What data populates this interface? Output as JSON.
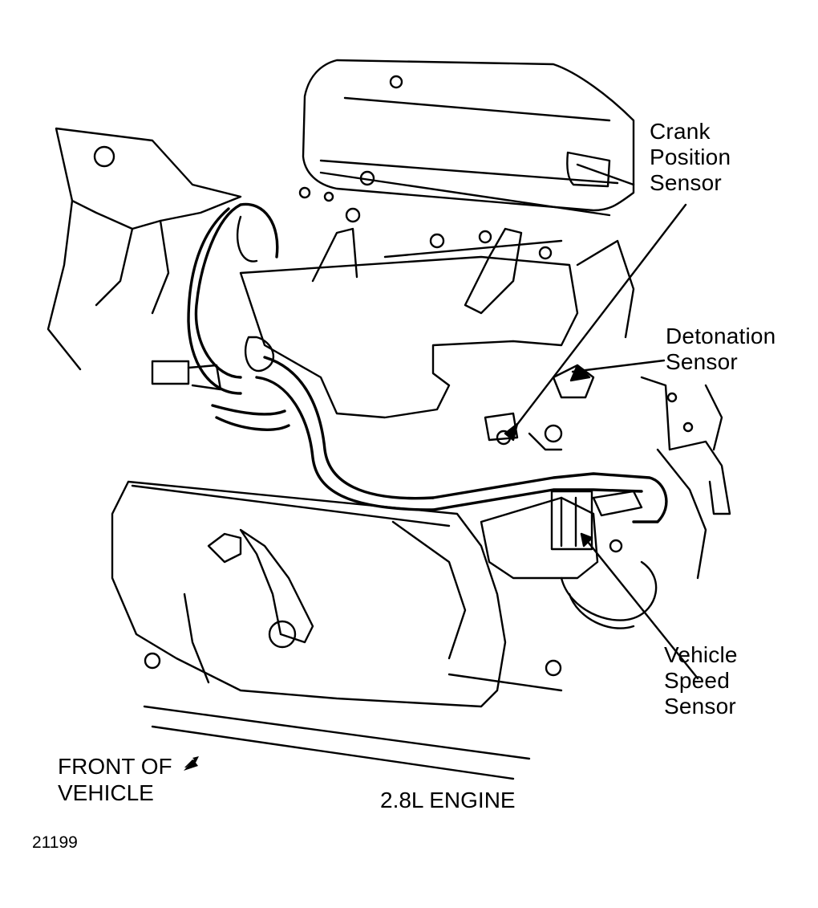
{
  "labels": {
    "crank_position_sensor": [
      "Crank",
      "Position",
      "Sensor"
    ],
    "detonation_sensor": [
      "Detonation",
      "Sensor"
    ],
    "vehicle_speed_sensor": [
      "Vehicle",
      "Speed",
      "Sensor"
    ]
  },
  "orientation": {
    "line1": "FRONT OF",
    "line2": "VEHICLE",
    "arrow_icon": "up-right-arrow-icon"
  },
  "caption": "2.8L ENGINE",
  "figure_number": "21199",
  "colors": {
    "ink": "#000000",
    "paper": "#ffffff"
  }
}
